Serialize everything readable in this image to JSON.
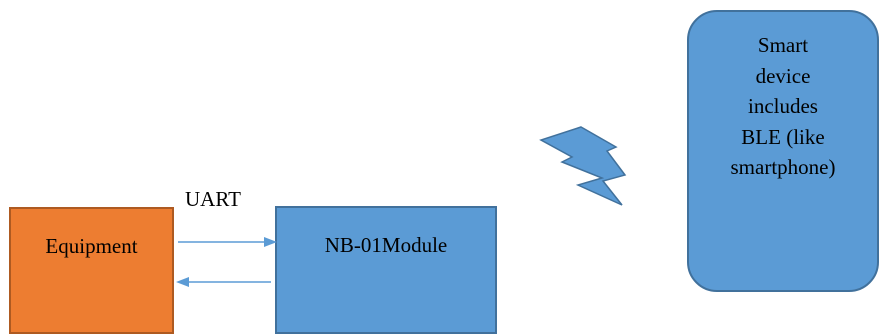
{
  "diagram": {
    "equipment": {
      "label": "Equipment",
      "fill": "#ED7D31",
      "stroke": "#AE5A21"
    },
    "module": {
      "label": "NB-01Module",
      "fill": "#5B9BD5",
      "stroke": "#41719C"
    },
    "smart_device": {
      "lines": [
        "Smart",
        "device",
        "includes",
        "BLE (like",
        "smartphone)"
      ],
      "fill": "#5B9BD5",
      "stroke": "#41719C"
    },
    "link": {
      "label": "UART",
      "color": "#5B9BD5"
    },
    "wireless": {
      "icon": "lightning-bolt-icon",
      "fill": "#5B9BD5"
    }
  }
}
